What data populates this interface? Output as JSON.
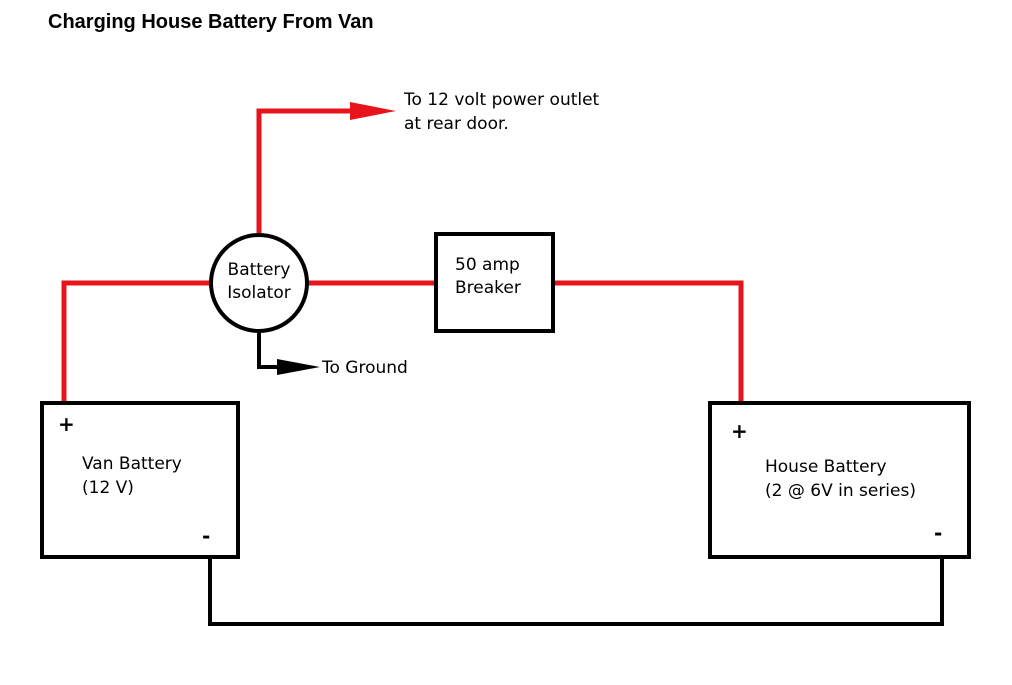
{
  "title": "Charging House Battery From Van",
  "colors": {
    "positive_wire": "#e8141c",
    "ground_wire": "#000000",
    "outline": "#000000",
    "background": "#ffffff"
  },
  "power_outlet_label": {
    "line1": "To 12 volt power outlet",
    "line2": "at rear door."
  },
  "isolator": {
    "line1": "Battery",
    "line2": "Isolator"
  },
  "breaker": {
    "line1": "50 amp",
    "line2": "Breaker"
  },
  "ground_label": "To Ground",
  "van_battery": {
    "positive": "+",
    "negative": "-",
    "line1": "Van Battery",
    "line2": "(12 V)"
  },
  "house_battery": {
    "positive": "+",
    "negative": "-",
    "line1": "House Battery",
    "line2": "(2 @ 6V in series)"
  }
}
